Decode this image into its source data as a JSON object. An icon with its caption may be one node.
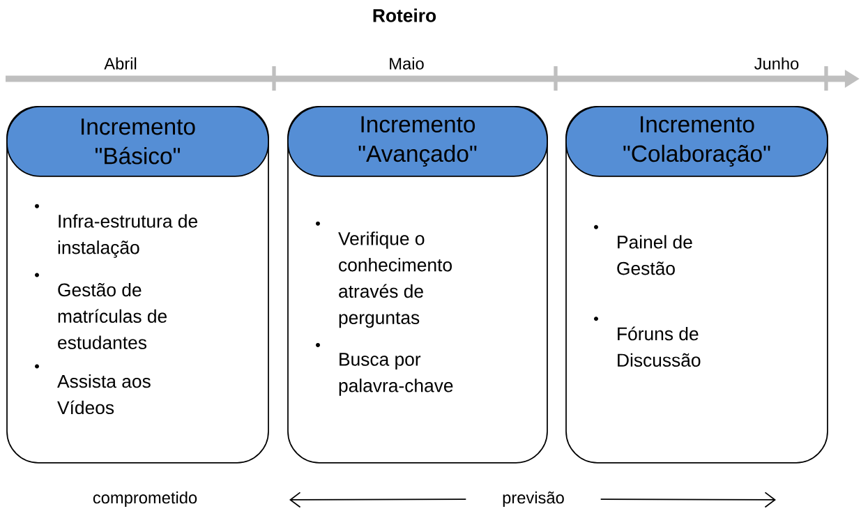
{
  "diagram": {
    "title": "Roteiro",
    "nodes": [
      {
        "text": [
          "Infra-estrutura de instalação",
          "Gestão de matrículas de estudantes",
          "Assista aos Vídeos"
        ]
      },
      {
        "text": [
          "Incremento \"Básico\""
        ],
        "in": 0
      },
      {
        "text": [
          "Verifique o conhecimento através de perguntas",
          "Busca por palavra-chave"
        ]
      },
      {
        "text": [
          "Incremento \"Avançado\""
        ],
        "in": 2
      },
      {
        "text": [
          "Painel de Gestão",
          "Fóruns de Discussão"
        ]
      },
      {
        "text": [
          "Incremento \"Colaboração\""
        ],
        "in": 4
      },
      {
        "text": [
          "previsão"
        ]
      }
    ],
    "edges": [
      {
        "from": 6,
        "to": null,
        "arrow": "to"
      },
      {
        "from": 6,
        "to": null,
        "arrow": "to"
      }
    ],
    "labels": [
      "Abril",
      "Maio",
      "Junho",
      "comprometido"
    ]
  }
}
